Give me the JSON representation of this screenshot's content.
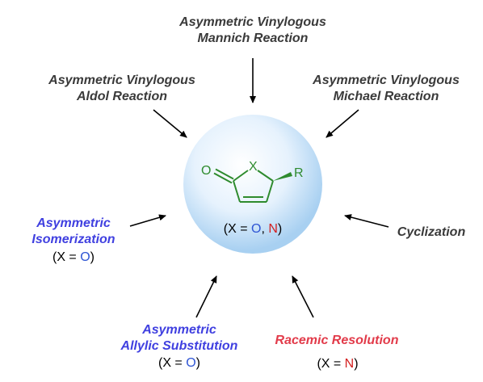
{
  "reactions": {
    "mannich": {
      "line1": "Asymmetric Vinylogous",
      "line2": "Mannich Reaction"
    },
    "aldol": {
      "line1": "Asymmetric Vinylogous",
      "line2": "Aldol Reaction"
    },
    "michael": {
      "line1": "Asymmetric Vinylogous",
      "line2": "Michael Reaction"
    },
    "isomerization": {
      "line1": "Asymmetric",
      "line2": "Isomerization",
      "note_prefix": "(X = ",
      "note_atom": "O",
      "note_suffix": ")"
    },
    "cyclization": {
      "line1": "Cyclization"
    },
    "allylic": {
      "line1": "Asymmetric",
      "line2": "Allylic Substitution",
      "note_prefix": "(X = ",
      "note_atom": "O",
      "note_suffix": ")"
    },
    "resolution": {
      "line1": "Racemic Resolution",
      "note_prefix": "(X = ",
      "note_atom": "N",
      "note_suffix": ")"
    }
  },
  "molecule": {
    "carbonyl_o": "O",
    "hetero_x": "X",
    "substituent_r": "R",
    "caption_prefix": "(X = ",
    "caption_o": "O",
    "caption_sep": ", ",
    "caption_n": "N",
    "caption_suffix": ")"
  },
  "colors": {
    "dark_text": "#3a3a3a",
    "blue_text": "#4040e0",
    "red_text": "#e23b4a",
    "molecule_green": "#2e8b2e",
    "sphere_light": "#f2f8ff",
    "sphere_edge": "#a9d2f3"
  }
}
